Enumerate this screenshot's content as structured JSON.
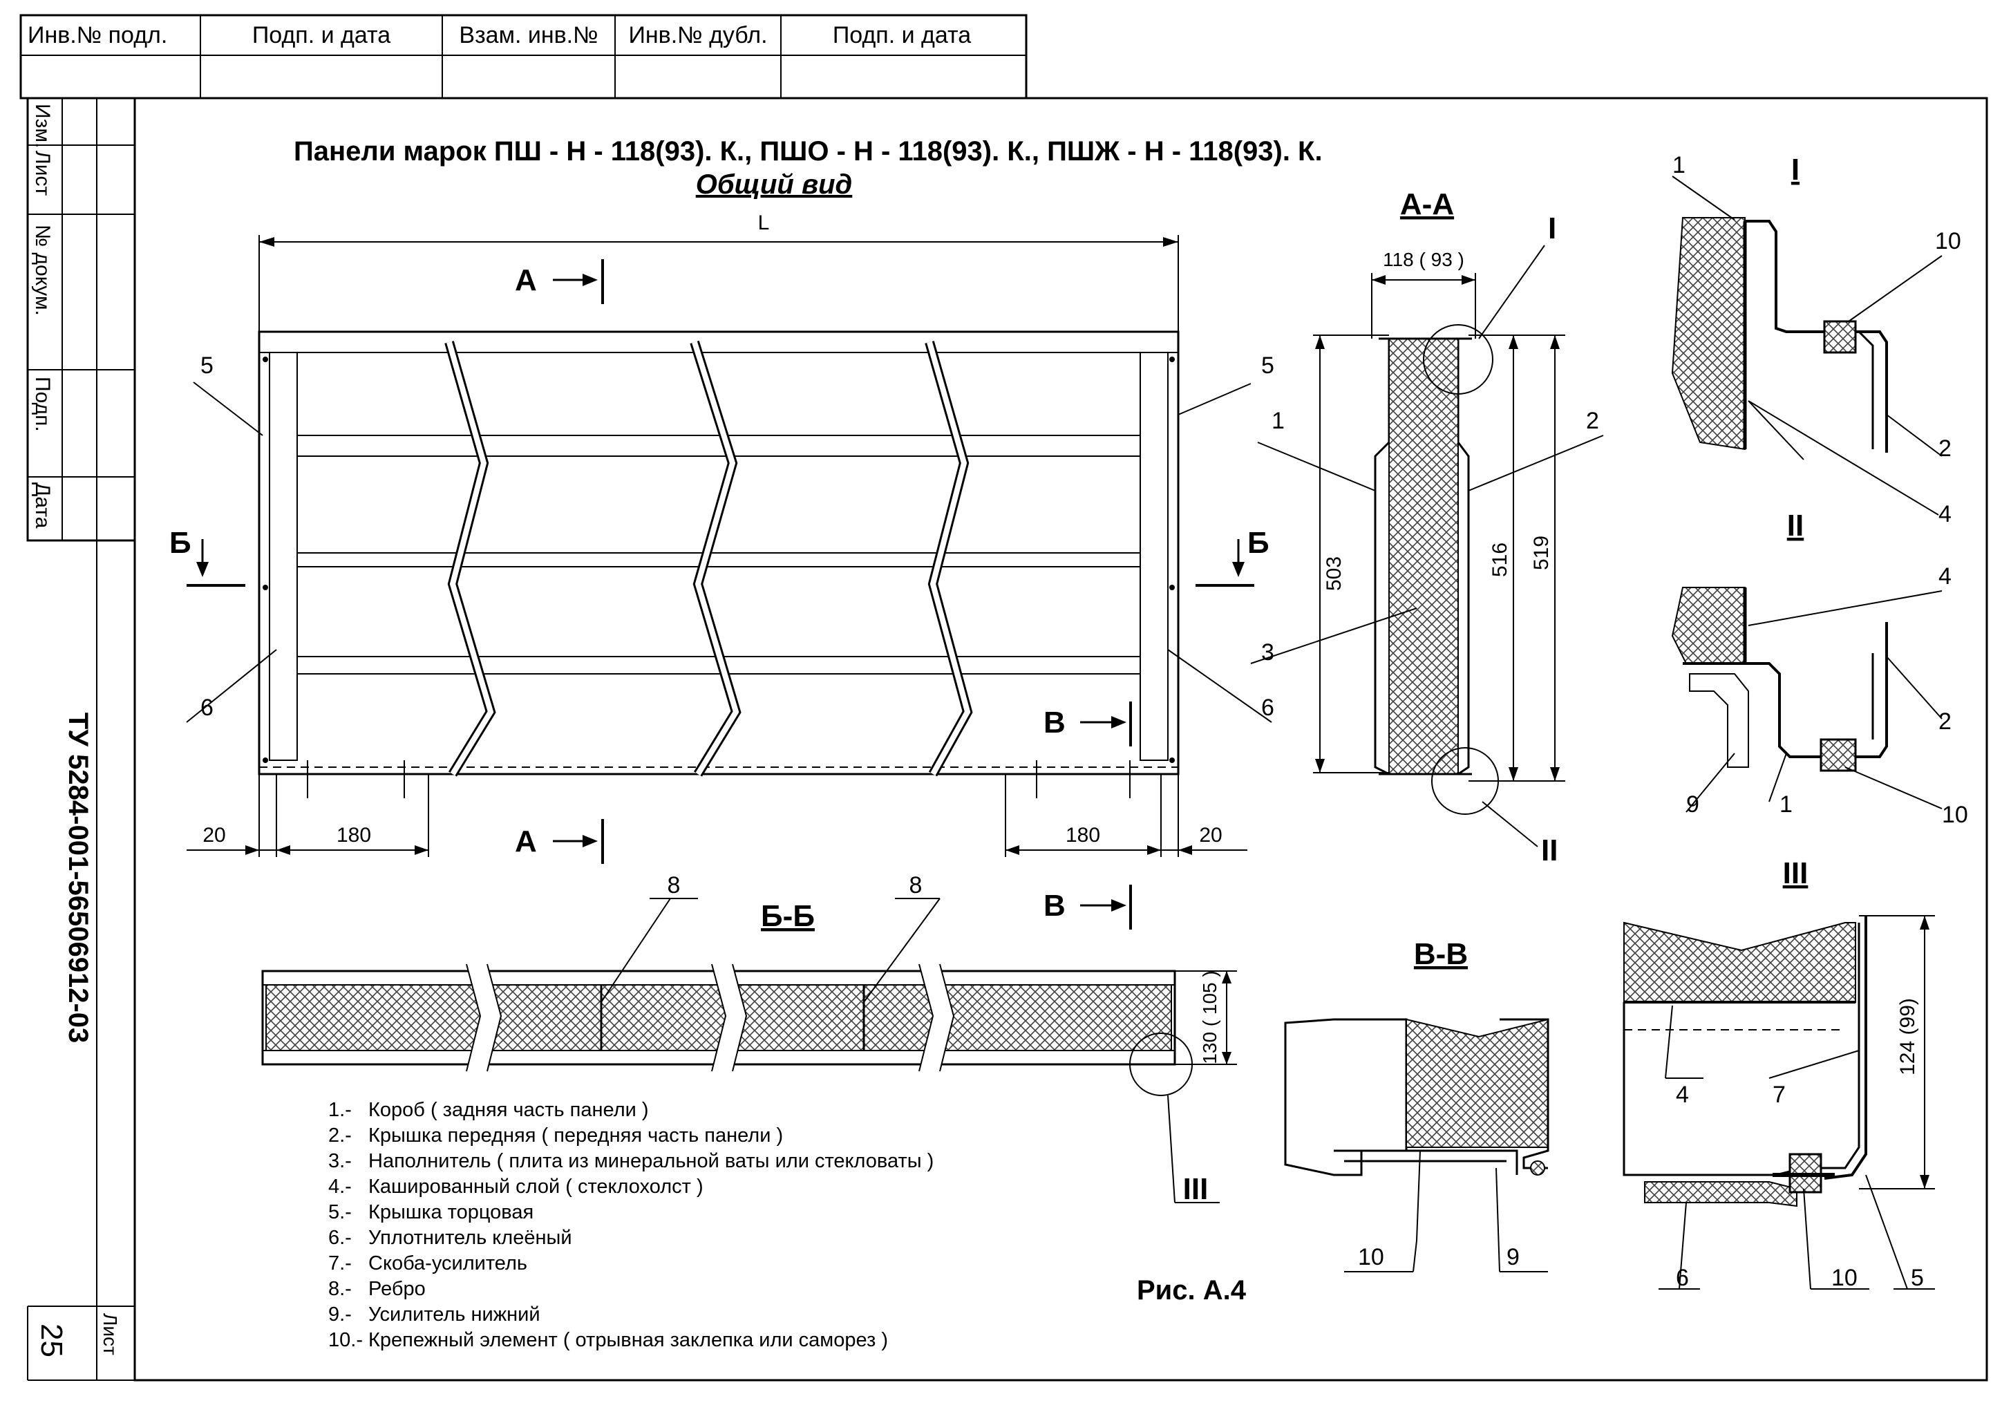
{
  "stamp": {
    "headers": [
      "Инв.№ подл.",
      "Подп. и дата",
      "Взам. инв.№",
      "Инв.№ дубл.",
      "Подп. и дата"
    ],
    "side_labels": [
      "Изм.",
      "Лист",
      "№ докум.",
      "Подп.",
      "Дата"
    ],
    "doc_code": "ТУ 5284-001-56506912-03",
    "sheet_label": "Лист",
    "sheet_number": "25"
  },
  "title": {
    "main": "Панели марок ПШ - Н - 118(93). К., ПШО - Н - 118(93). К., ПШЖ - Н - 118(93). К.",
    "sub": "Общий вид"
  },
  "general_view": {
    "L": "L",
    "section_A": "А",
    "section_B": "Б",
    "section_V": "В",
    "dim_20": "20",
    "dim_180": "180",
    "callouts": [
      "5",
      "6",
      "5",
      "6"
    ]
  },
  "section_AA": {
    "title": "А-А",
    "width_dim": "118 ( 93 )",
    "h503": "503",
    "h516": "516",
    "h519": "519",
    "detail_I": "I",
    "detail_II": "II",
    "callouts": [
      "1",
      "2",
      "3"
    ]
  },
  "section_BB": {
    "title": "Б-Б",
    "height_dim": "130 ( 105 )",
    "rib": "8",
    "detail_III": "III"
  },
  "section_VV": {
    "title": "В-В",
    "callouts": [
      "10",
      "9"
    ]
  },
  "detail_I": {
    "title": "I",
    "callouts": [
      "1",
      "10",
      "2",
      "4"
    ]
  },
  "detail_II": {
    "title": "II",
    "callouts": [
      "4",
      "2",
      "9",
      "1",
      "10"
    ]
  },
  "detail_III": {
    "title": "III",
    "dim": "124 (99)",
    "callouts": [
      "4",
      "7",
      "6",
      "10",
      "5"
    ]
  },
  "legend": [
    "1.-   Короб ( задняя часть панели )",
    "2.-   Крышка передняя ( передняя часть панели )",
    "3.-   Наполнитель ( плита из минеральной ваты или стекловаты )",
    "4.-   Кашированный слой ( стеклохолст )",
    "5.-   Крышка торцовая",
    "6.-   Уплотнитель клеёный",
    "7.-   Скоба-усилитель",
    "8.-   Ребро",
    "9.-   Усилитель нижний",
    "10.- Крепежный элемент ( отрывная заклепка или саморез )"
  ],
  "figure_label": "Рис. А.4"
}
